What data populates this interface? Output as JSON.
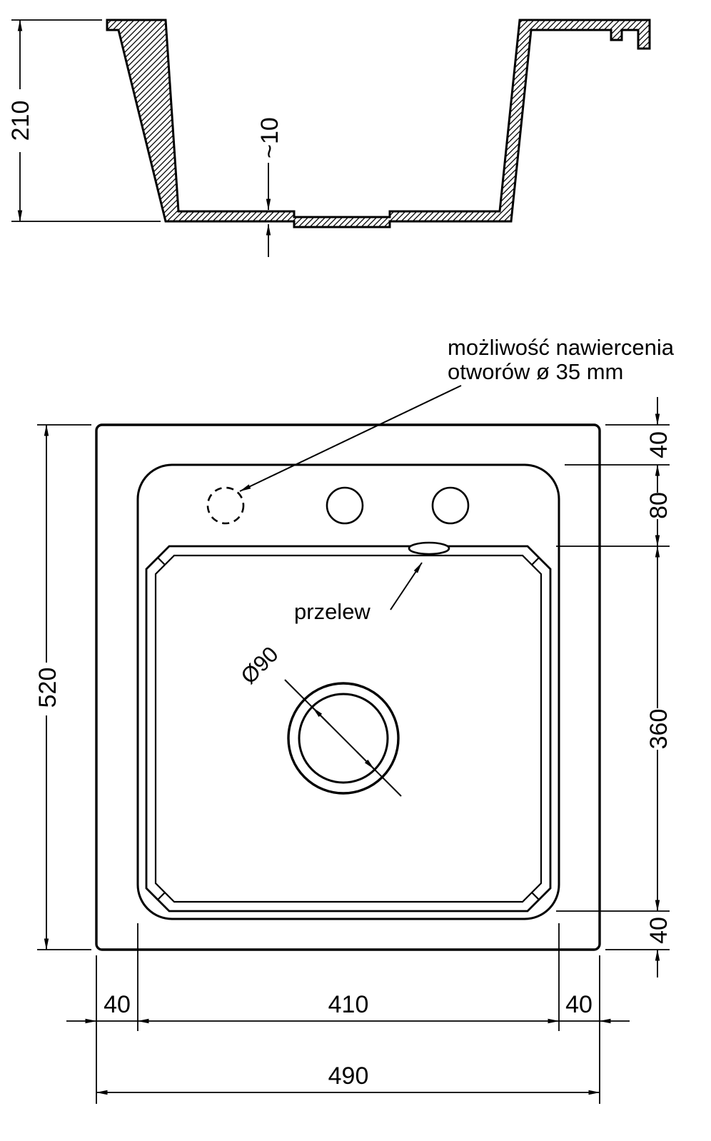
{
  "drawing": {
    "section": {
      "dim_height": "210",
      "dim_bottom_thickness": "~10"
    },
    "plan": {
      "annotation": {
        "line1": "możliwość nawiercenia",
        "line2": "otworów ø 35 mm"
      },
      "overflow_label": "przelew",
      "drain_diameter": "Ø90",
      "dim_total_height": "520",
      "dim_total_width": "490",
      "dim_rim_top": "40",
      "dim_deck": "80",
      "dim_basin_height": "360",
      "dim_rim_bottom": "40",
      "dim_rim_left": "40",
      "dim_basin_width": "410",
      "dim_rim_right": "40"
    },
    "colors": {
      "ink": "#000000",
      "paper": "#ffffff"
    }
  }
}
